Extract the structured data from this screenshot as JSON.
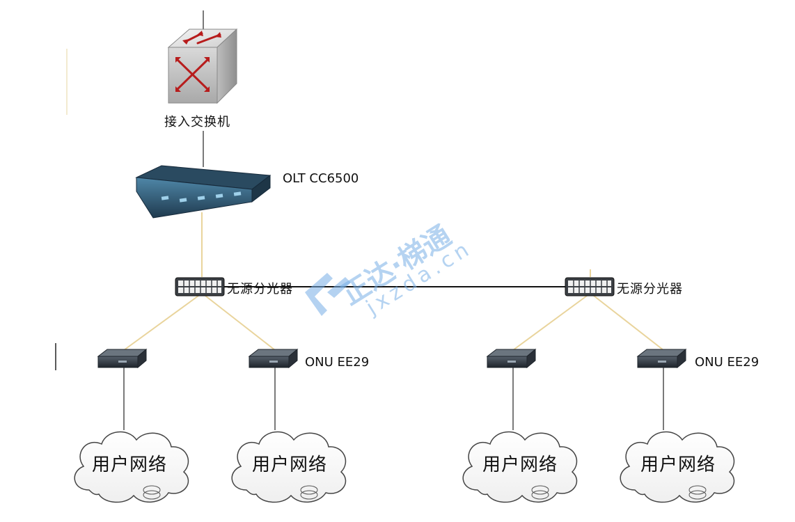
{
  "labels": {
    "access_switch": "接入交换机",
    "olt": "OLT CC6500",
    "splitter_left": "无源分光器",
    "splitter_right": "无源分光器",
    "onu_left": "ONU EE29",
    "onu_right": "ONU EE29",
    "cloud_1": "用户网络",
    "cloud_2": "用户网络",
    "cloud_3": "用户网络",
    "cloud_4": "用户网络"
  },
  "watermark": {
    "brand": "正达·梯通",
    "url": "jxzda.cn"
  },
  "colors": {
    "fiber_line": "#e9d49c",
    "copper_line": "#333333",
    "device_dark": "#2f3a46",
    "olt_blue": "#3b6f8f",
    "watermark": "#78afe6"
  },
  "icons": [
    "switch-icon",
    "olt-icon",
    "splitter-icon",
    "onu-icon",
    "cloud-icon"
  ]
}
